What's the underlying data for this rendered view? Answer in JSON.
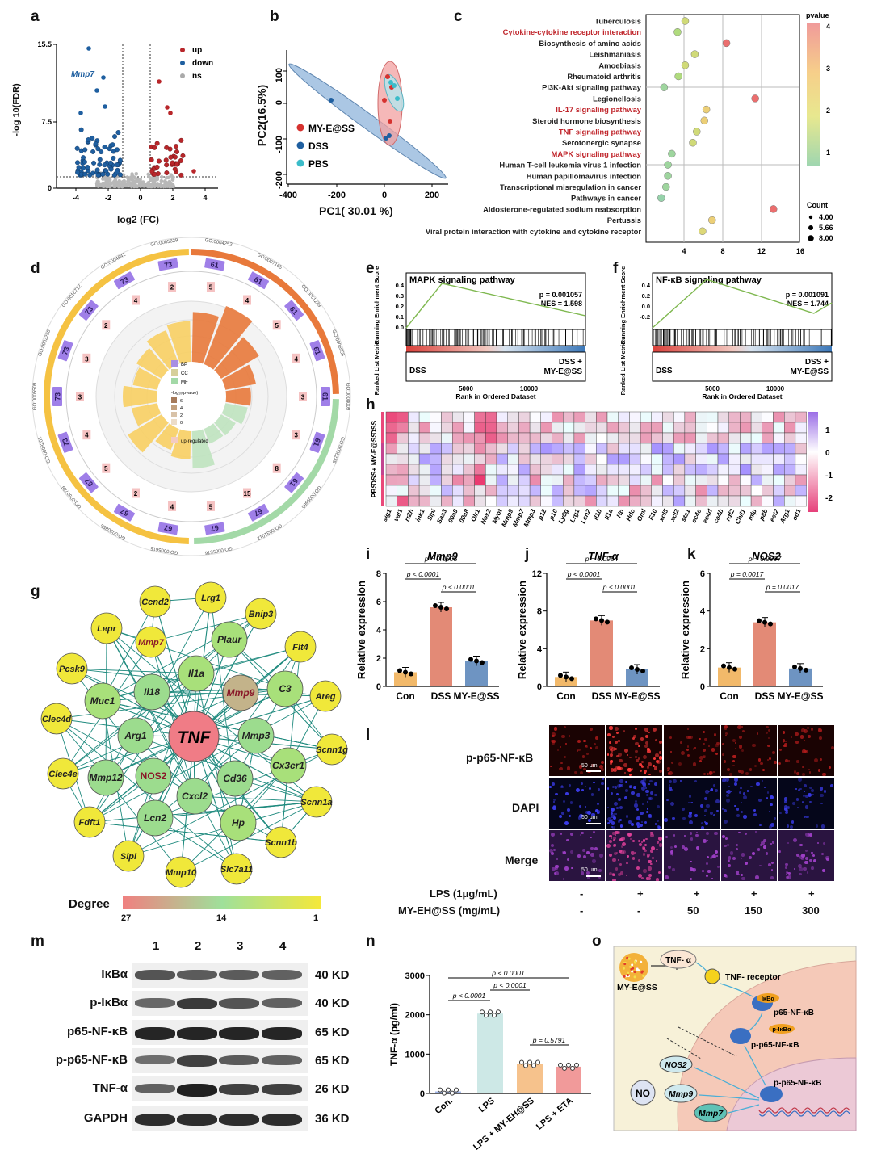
{
  "panels": {
    "a": "a",
    "b": "b",
    "c": "c",
    "d": "d",
    "e": "e",
    "f": "f",
    "g": "g",
    "h": "h",
    "i": "i",
    "j": "j",
    "k": "k",
    "l": "l",
    "m": "m",
    "n": "n",
    "o": "o"
  },
  "volcano": {
    "ylabel": "-log 10(FDR)",
    "xlabel": "log2 (FC)",
    "yticks": [
      "15.5",
      "7.5",
      "0"
    ],
    "xticks": [
      "-4",
      "-2",
      "0",
      "2",
      "4"
    ],
    "legend": [
      {
        "label": "up",
        "color": "#b8262a"
      },
      {
        "label": "down",
        "color": "#1f5fa0"
      },
      {
        "label": "ns",
        "color": "#aaaaaa"
      }
    ],
    "annotation": "Mmp7"
  },
  "pca": {
    "xlabel": "PC1( 30.01 %)",
    "ylabel": "PC2(16.5%)",
    "xticks": [
      "-400",
      "-200",
      "0",
      "200"
    ],
    "yticks": [
      "100",
      "0",
      "-100",
      "-200"
    ],
    "legend": [
      {
        "label": "MY-E@SS",
        "color": "#d6322f"
      },
      {
        "label": "DSS",
        "color": "#1f5fa0"
      },
      {
        "label": "PBS",
        "color": "#3bbcc9"
      }
    ]
  },
  "kegg": {
    "terms": [
      {
        "name": "Tuberculosis",
        "x": 4.0,
        "p": 2.0,
        "red": false
      },
      {
        "name": "Cytokine-cytokine receptor interaction",
        "x": 3.2,
        "p": 1.5,
        "red": true
      },
      {
        "name": "Biosynthesis of amino acids",
        "x": 8.3,
        "p": 4.0,
        "red": false
      },
      {
        "name": "Leishmaniasis",
        "x": 5.0,
        "p": 2.0,
        "red": false
      },
      {
        "name": "Amoebiasis",
        "x": 4.0,
        "p": 2.0,
        "red": false
      },
      {
        "name": "Rheumatoid arthritis",
        "x": 3.3,
        "p": 1.5,
        "red": false
      },
      {
        "name": "PI3K-Akt signaling pathway",
        "x": 1.8,
        "p": 1.0,
        "red": false
      },
      {
        "name": "Legionellosis",
        "x": 11.3,
        "p": 4.0,
        "red": false
      },
      {
        "name": "IL-17 signaling pathway",
        "x": 6.2,
        "p": 2.5,
        "red": true
      },
      {
        "name": "Steroid hormone biosynthesis",
        "x": 6.0,
        "p": 2.5,
        "red": false
      },
      {
        "name": "TNF signaling pathway",
        "x": 5.2,
        "p": 2.0,
        "red": true
      },
      {
        "name": "Serotonergic synapse",
        "x": 4.8,
        "p": 2.0,
        "red": false
      },
      {
        "name": "MAPK signaling pathway",
        "x": 2.6,
        "p": 1.0,
        "red": true
      },
      {
        "name": "Human T-cell leukemia virus 1 infection",
        "x": 2.2,
        "p": 1.0,
        "red": false
      },
      {
        "name": "Human papillomavirus infection",
        "x": 2.2,
        "p": 1.0,
        "red": false
      },
      {
        "name": "Transcriptional misregulation in cancer",
        "x": 2.0,
        "p": 1.0,
        "red": false
      },
      {
        "name": "Pathways in cancer",
        "x": 1.5,
        "p": 0.8,
        "red": false
      },
      {
        "name": "Aldosterone-regulated sodium reabsorption",
        "x": 13.2,
        "p": 4.0,
        "red": false
      },
      {
        "name": "Pertussis",
        "x": 6.8,
        "p": 2.5,
        "red": false
      },
      {
        "name": "Viral protein interaction with cytokine and cytokine receptor",
        "x": 5.8,
        "p": 2.2,
        "red": false
      }
    ],
    "xticks": [
      "4",
      "8",
      "12",
      "16"
    ],
    "colorbar_title": "pvalue",
    "colorbar_ticks": [
      "4",
      "3",
      "2",
      "1"
    ],
    "count_title": "Count",
    "count_ticks": [
      "4.00",
      "5.66",
      "8.00"
    ]
  },
  "go_circle": {
    "legend": [
      "BP",
      "CC",
      "MF"
    ],
    "scale_title": "-log₁₀(pvalue)",
    "scale_ticks": [
      "6",
      "4",
      "2",
      "0"
    ],
    "updown": "up-regulated",
    "go_ids": [
      "GO:0004252",
      "GO:0007165",
      "GO:0051239",
      "GO:0006955",
      "GO:0008009",
      "GO:0008235",
      "GO:0005886",
      "GO:0031012",
      "GO:0005576",
      "GO:0005615",
      "GO:0030855",
      "GO:0050728",
      "GO:0008201",
      "GO:0005509",
      "GO:0002250",
      "GO:0016712",
      "GO:0004842",
      "GO:0005829"
    ],
    "counts_outer": [
      "61",
      "61",
      "61",
      "61",
      "61",
      "61",
      "61",
      "67",
      "67",
      "67",
      "67",
      "67",
      "73",
      "73",
      "73",
      "73",
      "73",
      "73"
    ],
    "counts_inner": [
      "5",
      "4",
      "5",
      "4",
      "3",
      "3",
      "8",
      "15",
      "5",
      "4",
      "2",
      "5",
      "4",
      "3",
      "3",
      "2",
      "4",
      "2"
    ]
  },
  "gsea": [
    {
      "title": "MAPK signaling pathway",
      "p": "p = 0.001057",
      "nes": "NES = 1.598",
      "left": "DSS",
      "right": "DSS + MY-E@SS",
      "ylab1": "Running Enrichment Score",
      "ylab2": "Ranked List Metric",
      "xlab": "Rank in Ordered Dataset",
      "xticks": [
        "5000",
        "10000"
      ],
      "yticks": [
        "0.4",
        "0.3",
        "0.2",
        "0.1",
        "0.0"
      ]
    },
    {
      "title": "NF-κB signaling pathway",
      "p": "p = 0.001091",
      "nes": "NES = 1.744",
      "left": "DSS",
      "right": "DSS + MY-E@SS",
      "ylab1": "Running Enrichment Score",
      "ylab2": "Ranked List Metric",
      "xlab": "Rank in Ordered Dataset",
      "xticks": [
        "5000",
        "10000"
      ],
      "yticks": [
        "0.4",
        "0.2",
        "0.0",
        "-0.2"
      ]
    }
  ],
  "heatmap": {
    "genes": [
      "sig1",
      "val1",
      "rr2h",
      "ink1",
      "Slpi",
      "Saa3",
      "00a9",
      "00a8",
      "Olr1",
      "Nos2",
      "Myot",
      "Mmp9",
      "Mmp7",
      "Mmp3",
      "p12",
      "p10",
      "Ly6g",
      "Lrg1",
      "Lcn2",
      "Il1b",
      "Il1a",
      "Hp",
      "Hdc",
      "Gml",
      "F10",
      "xcl5",
      "xcl2",
      "sta1",
      "ec4e",
      "ec4d",
      "ca4b",
      "rdf2",
      "Chil1",
      "mlp",
      "p8b",
      "est2",
      "Arg1",
      "od1"
    ],
    "groups": [
      "DSS",
      "DSS+ MY-E@SS",
      "PBS"
    ],
    "scale": [
      "1",
      "0",
      "-1",
      "-2"
    ]
  },
  "bars": [
    {
      "title": "Mmp9",
      "ylabel": "Relative expression",
      "ymax": 8,
      "yticks": [
        "0",
        "2",
        "4",
        "6",
        "8"
      ],
      "cats": [
        "Con",
        "DSS",
        "MY-E@SS"
      ],
      "values": [
        1.0,
        5.6,
        1.8
      ],
      "colors": [
        "#f2b96a",
        "#e38a76",
        "#6e94c2"
      ],
      "pvals": [
        {
          "t": "p = 0.0005"
        },
        {
          "t": "p < 0.0001"
        },
        {
          "t": "p < 0.0001"
        }
      ]
    },
    {
      "title": "TNF-α",
      "ylabel": "Relative expression",
      "ymax": 12,
      "yticks": [
        "0",
        "4",
        "8",
        "12"
      ],
      "cats": [
        "Con",
        "DSS",
        "MY-E@SS"
      ],
      "values": [
        1.0,
        7.0,
        1.8
      ],
      "colors": [
        "#f2b96a",
        "#e38a76",
        "#6e94c2"
      ],
      "pvals": [
        {
          "t": "p = 0.0954"
        },
        {
          "t": "p < 0.0001"
        },
        {
          "t": "p < 0.0001"
        }
      ]
    },
    {
      "title": "NOS2",
      "ylabel": "Relative expression",
      "ymax": 6,
      "yticks": [
        "0",
        "2",
        "4",
        "6"
      ],
      "cats": [
        "Con",
        "DSS",
        "MY-E@SS"
      ],
      "values": [
        1.0,
        3.4,
        0.95
      ],
      "colors": [
        "#f2b96a",
        "#e38a76",
        "#6e94c2"
      ],
      "pvals": [
        {
          "t": "p = 0.9997"
        },
        {
          "t": "p = 0.0017"
        },
        {
          "t": "p = 0.0017"
        }
      ]
    }
  ],
  "network": {
    "center": "TNF",
    "nodes": [
      "Ccnd2",
      "Lrg1",
      "Bnip3",
      "Lepr",
      "Mmp7",
      "Plaur",
      "Flt4",
      "Pcsk9",
      "Il1a",
      "Mmp9",
      "C3",
      "Areg",
      "Muc1",
      "Il18",
      "Clec4d",
      "Arg1",
      "Mmp3",
      "Scnn1g",
      "Cx3cr1",
      "Clec4e",
      "Mmp12",
      "NOS2",
      "Cd36",
      "Scnn1a",
      "Cxcl2",
      "Fdft1",
      "Lcn2",
      "Hp",
      "Scnn1b",
      "Slpi",
      "Mmp10",
      "Slc7a11"
    ],
    "degree_label": "Degree",
    "degree_ticks": [
      "27",
      "14",
      "1"
    ]
  },
  "if_panel": {
    "rows": [
      "p-p65-NF-κB",
      "DAPI",
      "Merge"
    ],
    "scalebar": "50 μm",
    "treat_labels": [
      "LPS (1μg/mL)",
      "MY-EH@SS (mg/mL)"
    ],
    "lps": [
      "-",
      "+",
      "+",
      "+",
      "+"
    ],
    "dose": [
      "-",
      "-",
      "50",
      "150",
      "300"
    ]
  },
  "western": {
    "lanes": [
      "1",
      "2",
      "3",
      "4"
    ],
    "rows": [
      {
        "label": "IκBα",
        "kd": "40 KD"
      },
      {
        "label": "p-IκBα",
        "kd": "40 KD"
      },
      {
        "label": "p65-NF-κB",
        "kd": "65 KD"
      },
      {
        "label": "p-p65-NF-κB",
        "kd": "65 KD"
      },
      {
        "label": "TNF-α",
        "kd": "26 KD"
      },
      {
        "label": "GAPDH",
        "kd": "36 KD"
      }
    ]
  },
  "elisa": {
    "ylabel": "TNF-α (pg/ml)",
    "yticks": [
      "0",
      "1000",
      "2000",
      "3000"
    ],
    "ymax": 3000,
    "cats": [
      "Con.",
      "LPS",
      "LPS + MY-EH@SS",
      "LPS + ETA"
    ],
    "values": [
      50,
      2030,
      750,
      680
    ],
    "colors": [
      "#9fb4e8",
      "#cde8e6",
      "#f6c28c",
      "#f19a9a"
    ],
    "pvals": [
      "p < 0.0001",
      "p < 0.0001",
      "p < 0.0001",
      "p = 0.5791"
    ]
  },
  "schematic": {
    "tnf": "TNF- α",
    "receptor": "TNF- receptor",
    "agent": "MY-E@SS",
    "ikba": "IκBα",
    "pikba": "p-IκBα",
    "p65": "p65-NF-κB",
    "pp65": "p-p65-NF-κB",
    "pp65b": "p-p65-NF-κB",
    "nos2": "NOS2",
    "no": "NO",
    "mmp9": "Mmp9",
    "mmp7": "Mmp7"
  }
}
